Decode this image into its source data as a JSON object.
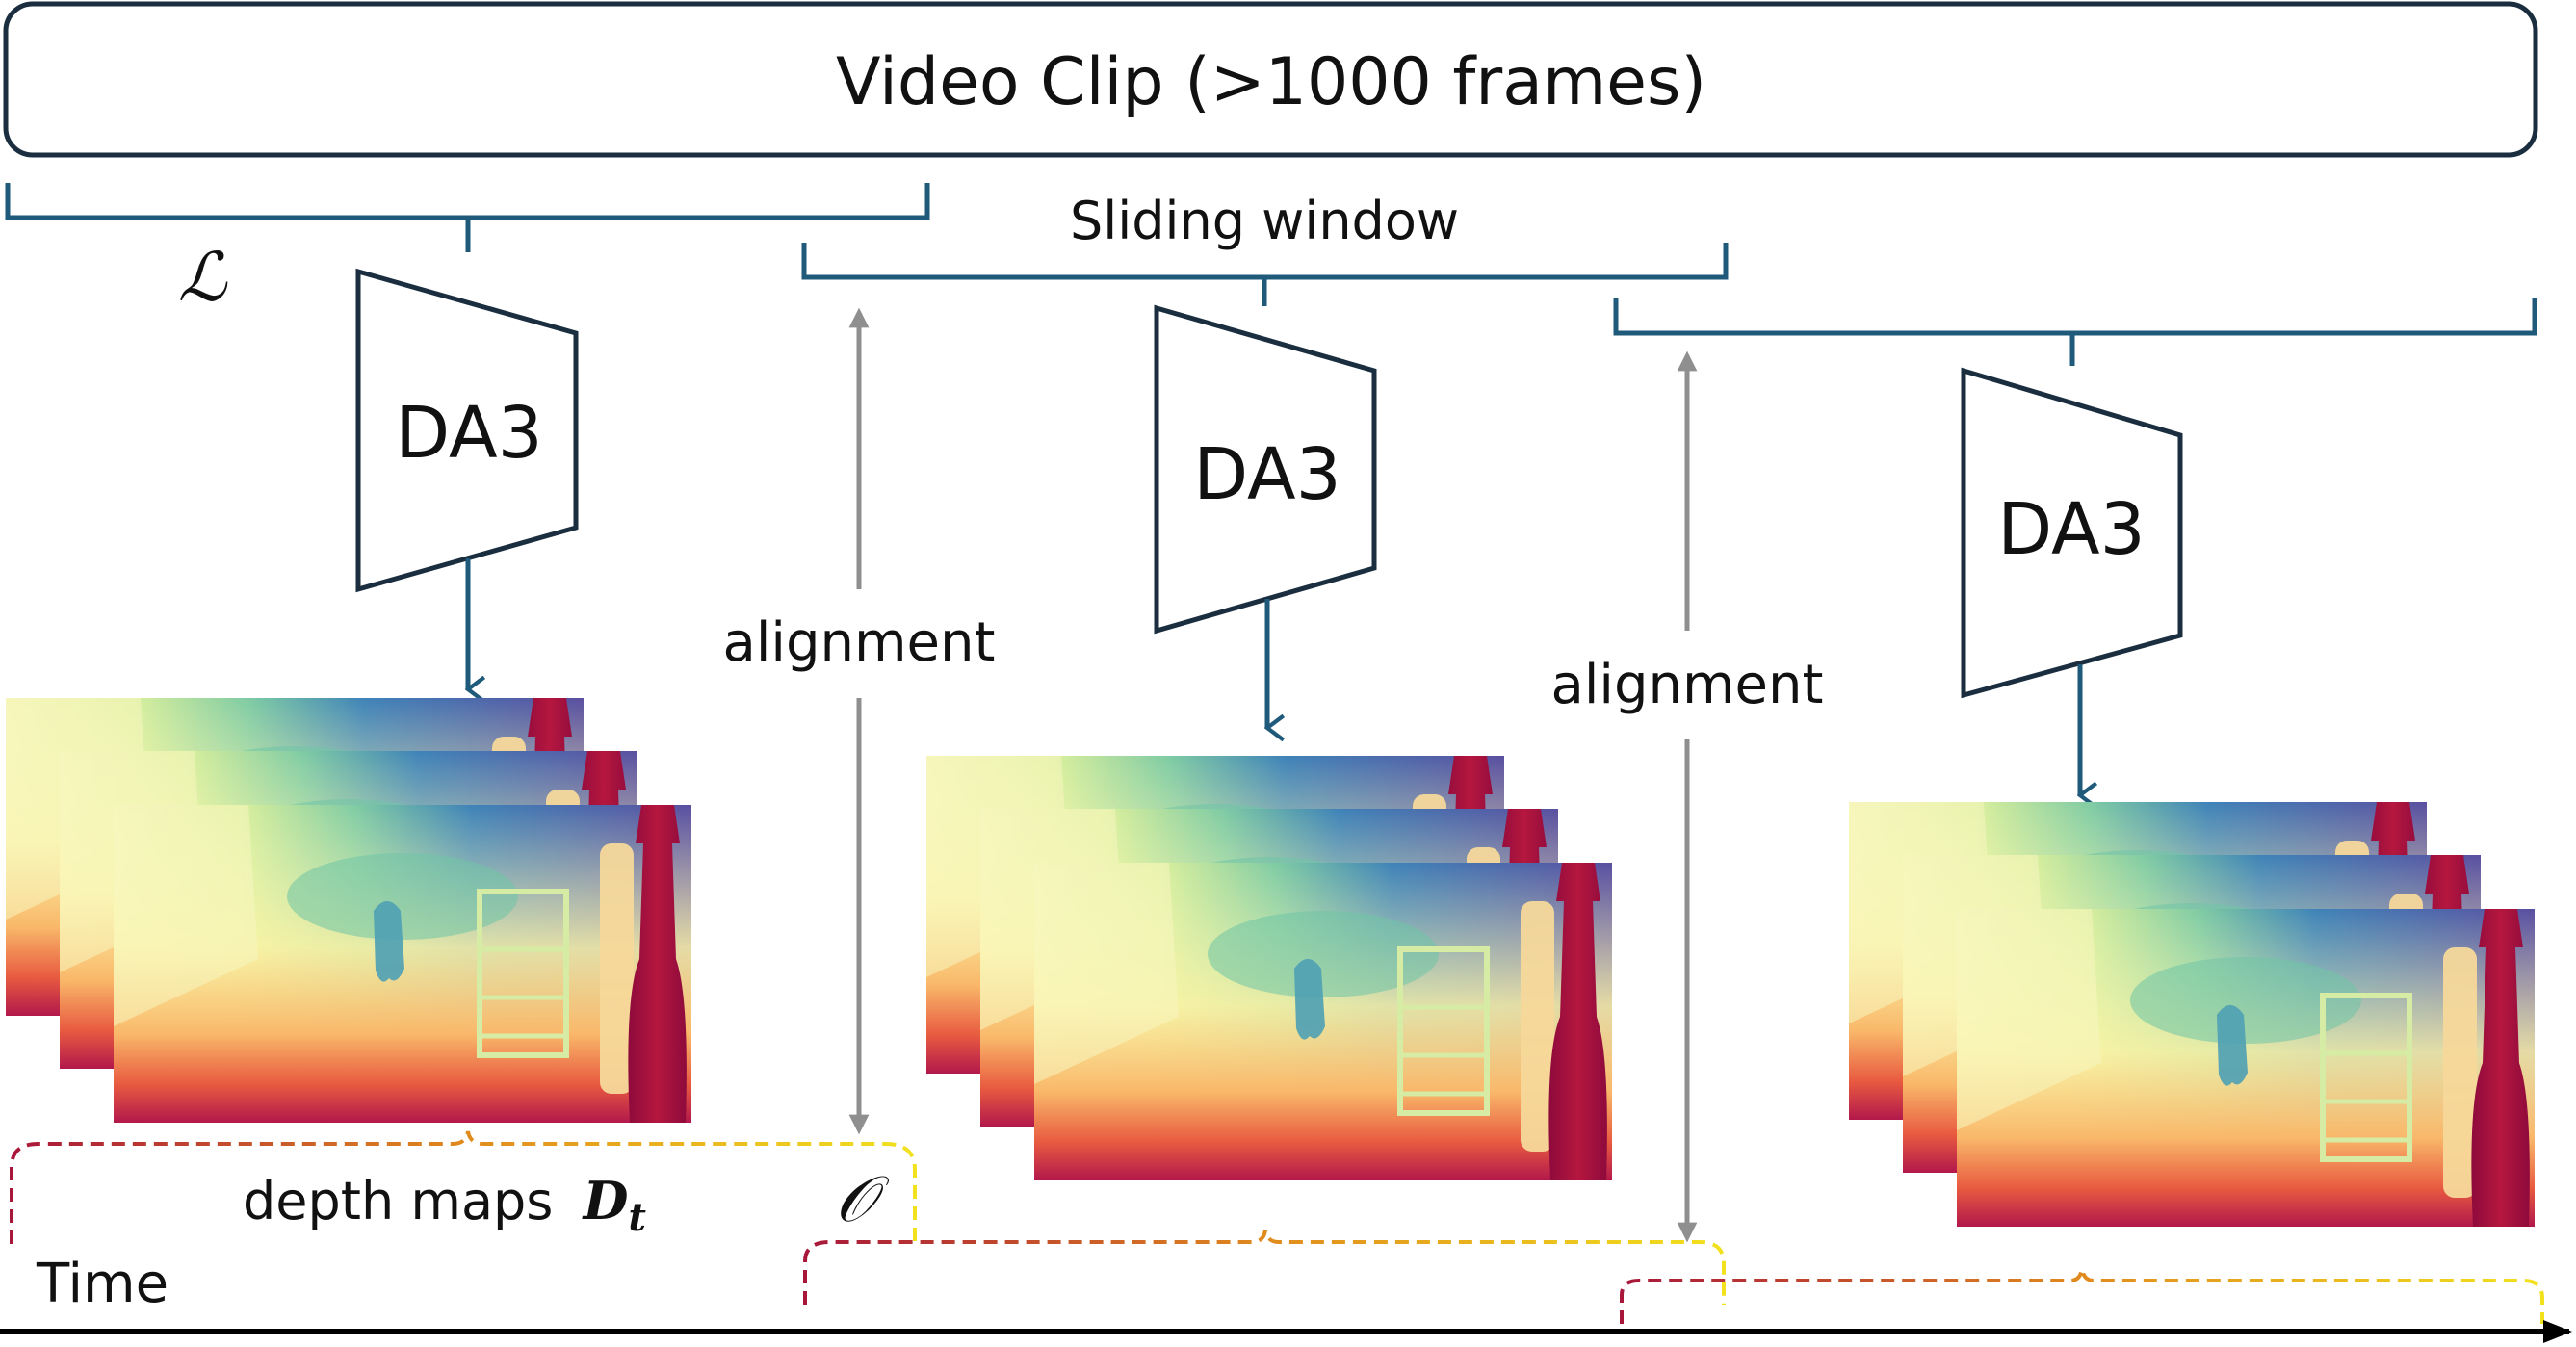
{
  "title": "Video Clip (>1000 frames)",
  "sliding_window_label": "Sliding window",
  "model_label": "DA3",
  "alignment_label": "alignment",
  "depth_maps_label": "depth maps",
  "depth_symbol": "D",
  "depth_subscript": "t",
  "window_length_symbol": "ℒ",
  "overlap_symbol": "𝒪",
  "time_label": "Time",
  "colors": {
    "bracket": "#1f5a7a",
    "model_outline": "#1a2e3f",
    "model_arrow": "#1f5a7a",
    "alignment_arrow": "#8f8f8f",
    "time_axis": "#000000",
    "overlap_left": "#a8163a",
    "overlap_mid": "#e08a1e",
    "overlap_right": "#f2e21e"
  }
}
